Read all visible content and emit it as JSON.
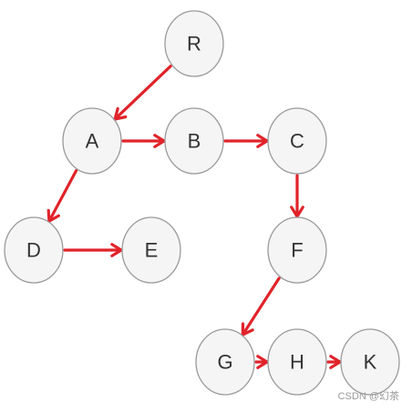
{
  "diagram": {
    "nodes": [
      {
        "id": "R",
        "label": "R"
      },
      {
        "id": "A",
        "label": "A"
      },
      {
        "id": "B",
        "label": "B"
      },
      {
        "id": "C",
        "label": "C"
      },
      {
        "id": "D",
        "label": "D"
      },
      {
        "id": "E",
        "label": "E"
      },
      {
        "id": "F",
        "label": "F"
      },
      {
        "id": "G",
        "label": "G"
      },
      {
        "id": "H",
        "label": "H"
      },
      {
        "id": "K",
        "label": "K"
      }
    ],
    "edges": [
      {
        "from": "R",
        "to": "A"
      },
      {
        "from": "A",
        "to": "B"
      },
      {
        "from": "B",
        "to": "C"
      },
      {
        "from": "A",
        "to": "D"
      },
      {
        "from": "D",
        "to": "E"
      },
      {
        "from": "C",
        "to": "F"
      },
      {
        "from": "F",
        "to": "G"
      },
      {
        "from": "G",
        "to": "H"
      },
      {
        "from": "H",
        "to": "K"
      }
    ],
    "colors": {
      "edge": "#e1232a",
      "node_fill": "#f5f5f5",
      "node_stroke": "#9a9a9a",
      "label": "#333333"
    }
  },
  "watermark": {
    "text": "CSDN @幻茶"
  }
}
